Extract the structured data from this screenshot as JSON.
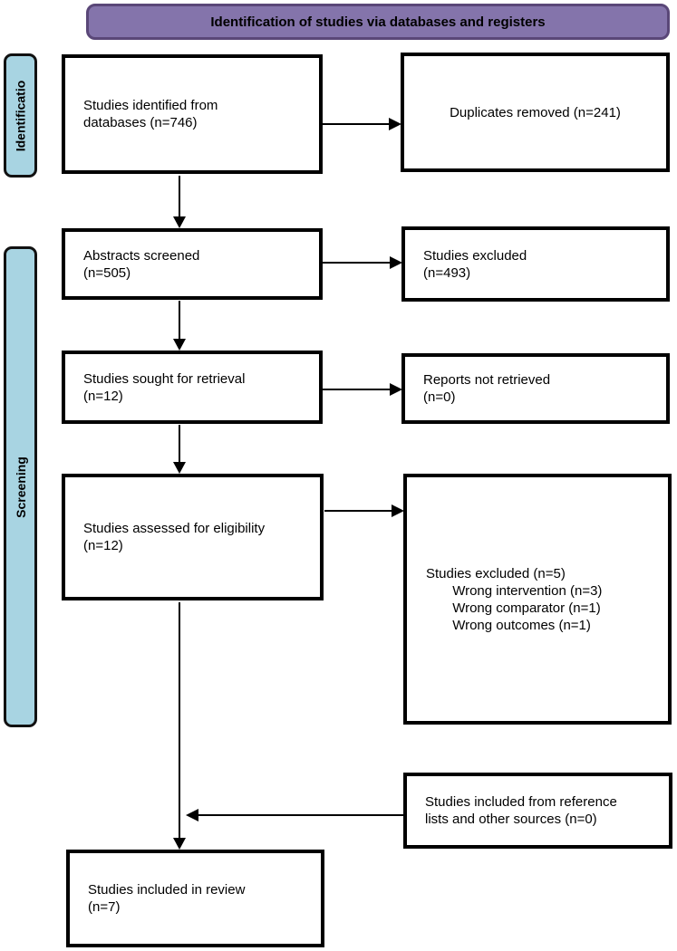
{
  "header": {
    "label": "Identification of studies via databases and registers",
    "fill": "#8474ab",
    "border": "#5a4778"
  },
  "sidebar": {
    "fill": "#a8d4e2",
    "stages": [
      {
        "label": "Identificatio"
      },
      {
        "label": "Screening"
      }
    ]
  },
  "boxes": {
    "identified": "Studies identified from\ndatabases (n=746)",
    "duplicates": "Duplicates removed (n=241)",
    "abstracts": "Abstracts screened\n(n=505)",
    "excluded_screening": "Studies excluded\n(n=493)",
    "sought": "Studies sought for retrieval\n(n=12)",
    "not_retrieved": "Reports not retrieved\n(n=0)",
    "assessed": "Studies assessed for eligibility\n(n=12)",
    "excluded_eligibility": "Studies excluded (n=5)\n       Wrong intervention (n=3)\n       Wrong comparator (n=1)\n       Wrong outcomes (n=1)",
    "reference": "Studies included from reference\nlists and other sources (n=0)",
    "included": "Studies included in review\n(n=7)"
  }
}
